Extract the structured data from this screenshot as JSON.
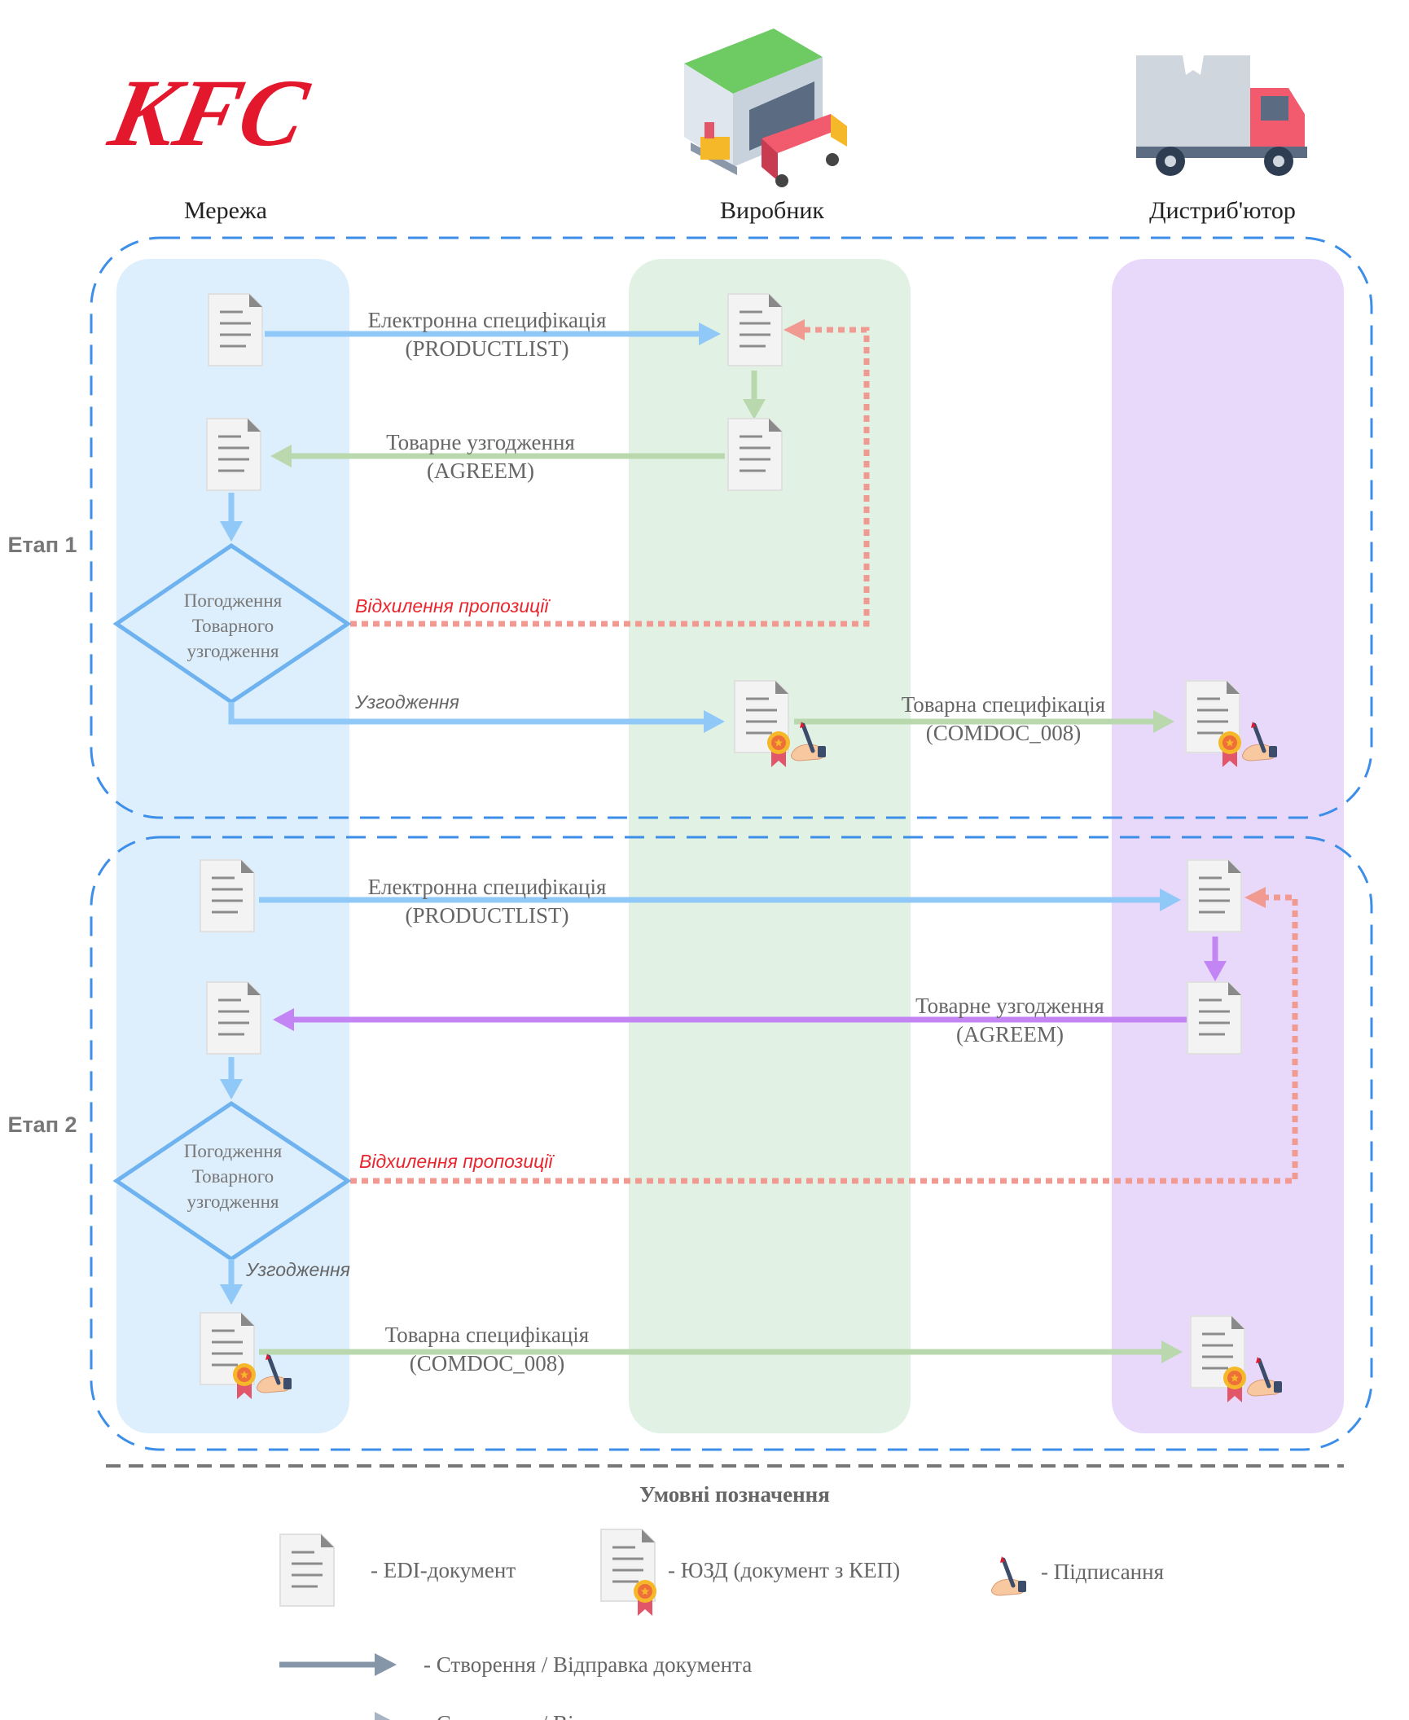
{
  "logo": {
    "text": "KFC",
    "color": "#e4182d"
  },
  "columns": {
    "network": "Мережа",
    "producer": "Виробник",
    "distributor": "Дистриб'ютор"
  },
  "stage1": {
    "label": "Етап 1",
    "productlist_title": "Електронна специфікація",
    "productlist_code": "(PRODUCTLIST)",
    "agreem_title": "Товарне узгодження",
    "agreem_code": "(AGREEM)",
    "decision_line1": "Погодження",
    "decision_line2": "Товарного",
    "decision_line3": "узгодження",
    "reject": "Відхилення пропозиції",
    "approve": "Узгодження",
    "comdoc_title": "Товарна специфікація",
    "comdoc_code": "(COMDOC_008)"
  },
  "stage2": {
    "label": "Етап 2",
    "productlist_title": "Електронна специфікація",
    "productlist_code": "(PRODUCTLIST)",
    "agreem_title": "Товарне узгодження",
    "agreem_code": "(AGREEM)",
    "decision_line1": "Погодження",
    "decision_line2": "Товарного",
    "decision_line3": "узгодження",
    "reject": "Відхилення пропозиції",
    "approve": "Узгодження",
    "comdoc_title": "Товарна специфікація",
    "comdoc_code": "(COMDOC_008)"
  },
  "legend": {
    "title": "Умовні позначення",
    "edi": "-  EDI-документ",
    "yuzd": "-  ЮЗД (документ з КЕП)",
    "sign": "-  Підписання",
    "arrow_solid": "-  Створення / Відправка документа",
    "arrow_dotted": "-  Створення / Відправка документа за певних умов"
  },
  "colors": {
    "lane_network": "#ddeefc",
    "lane_producer": "#e1f2e5",
    "lane_distributor": "#e8d9fb",
    "blue": "#90c8f8",
    "green": "#b9d8ad",
    "purple": "#c385f3",
    "red_dotted": "#f09a92",
    "reject_text": "#e8262e",
    "stage_border": "#3d8ee8",
    "text": "#555555"
  }
}
